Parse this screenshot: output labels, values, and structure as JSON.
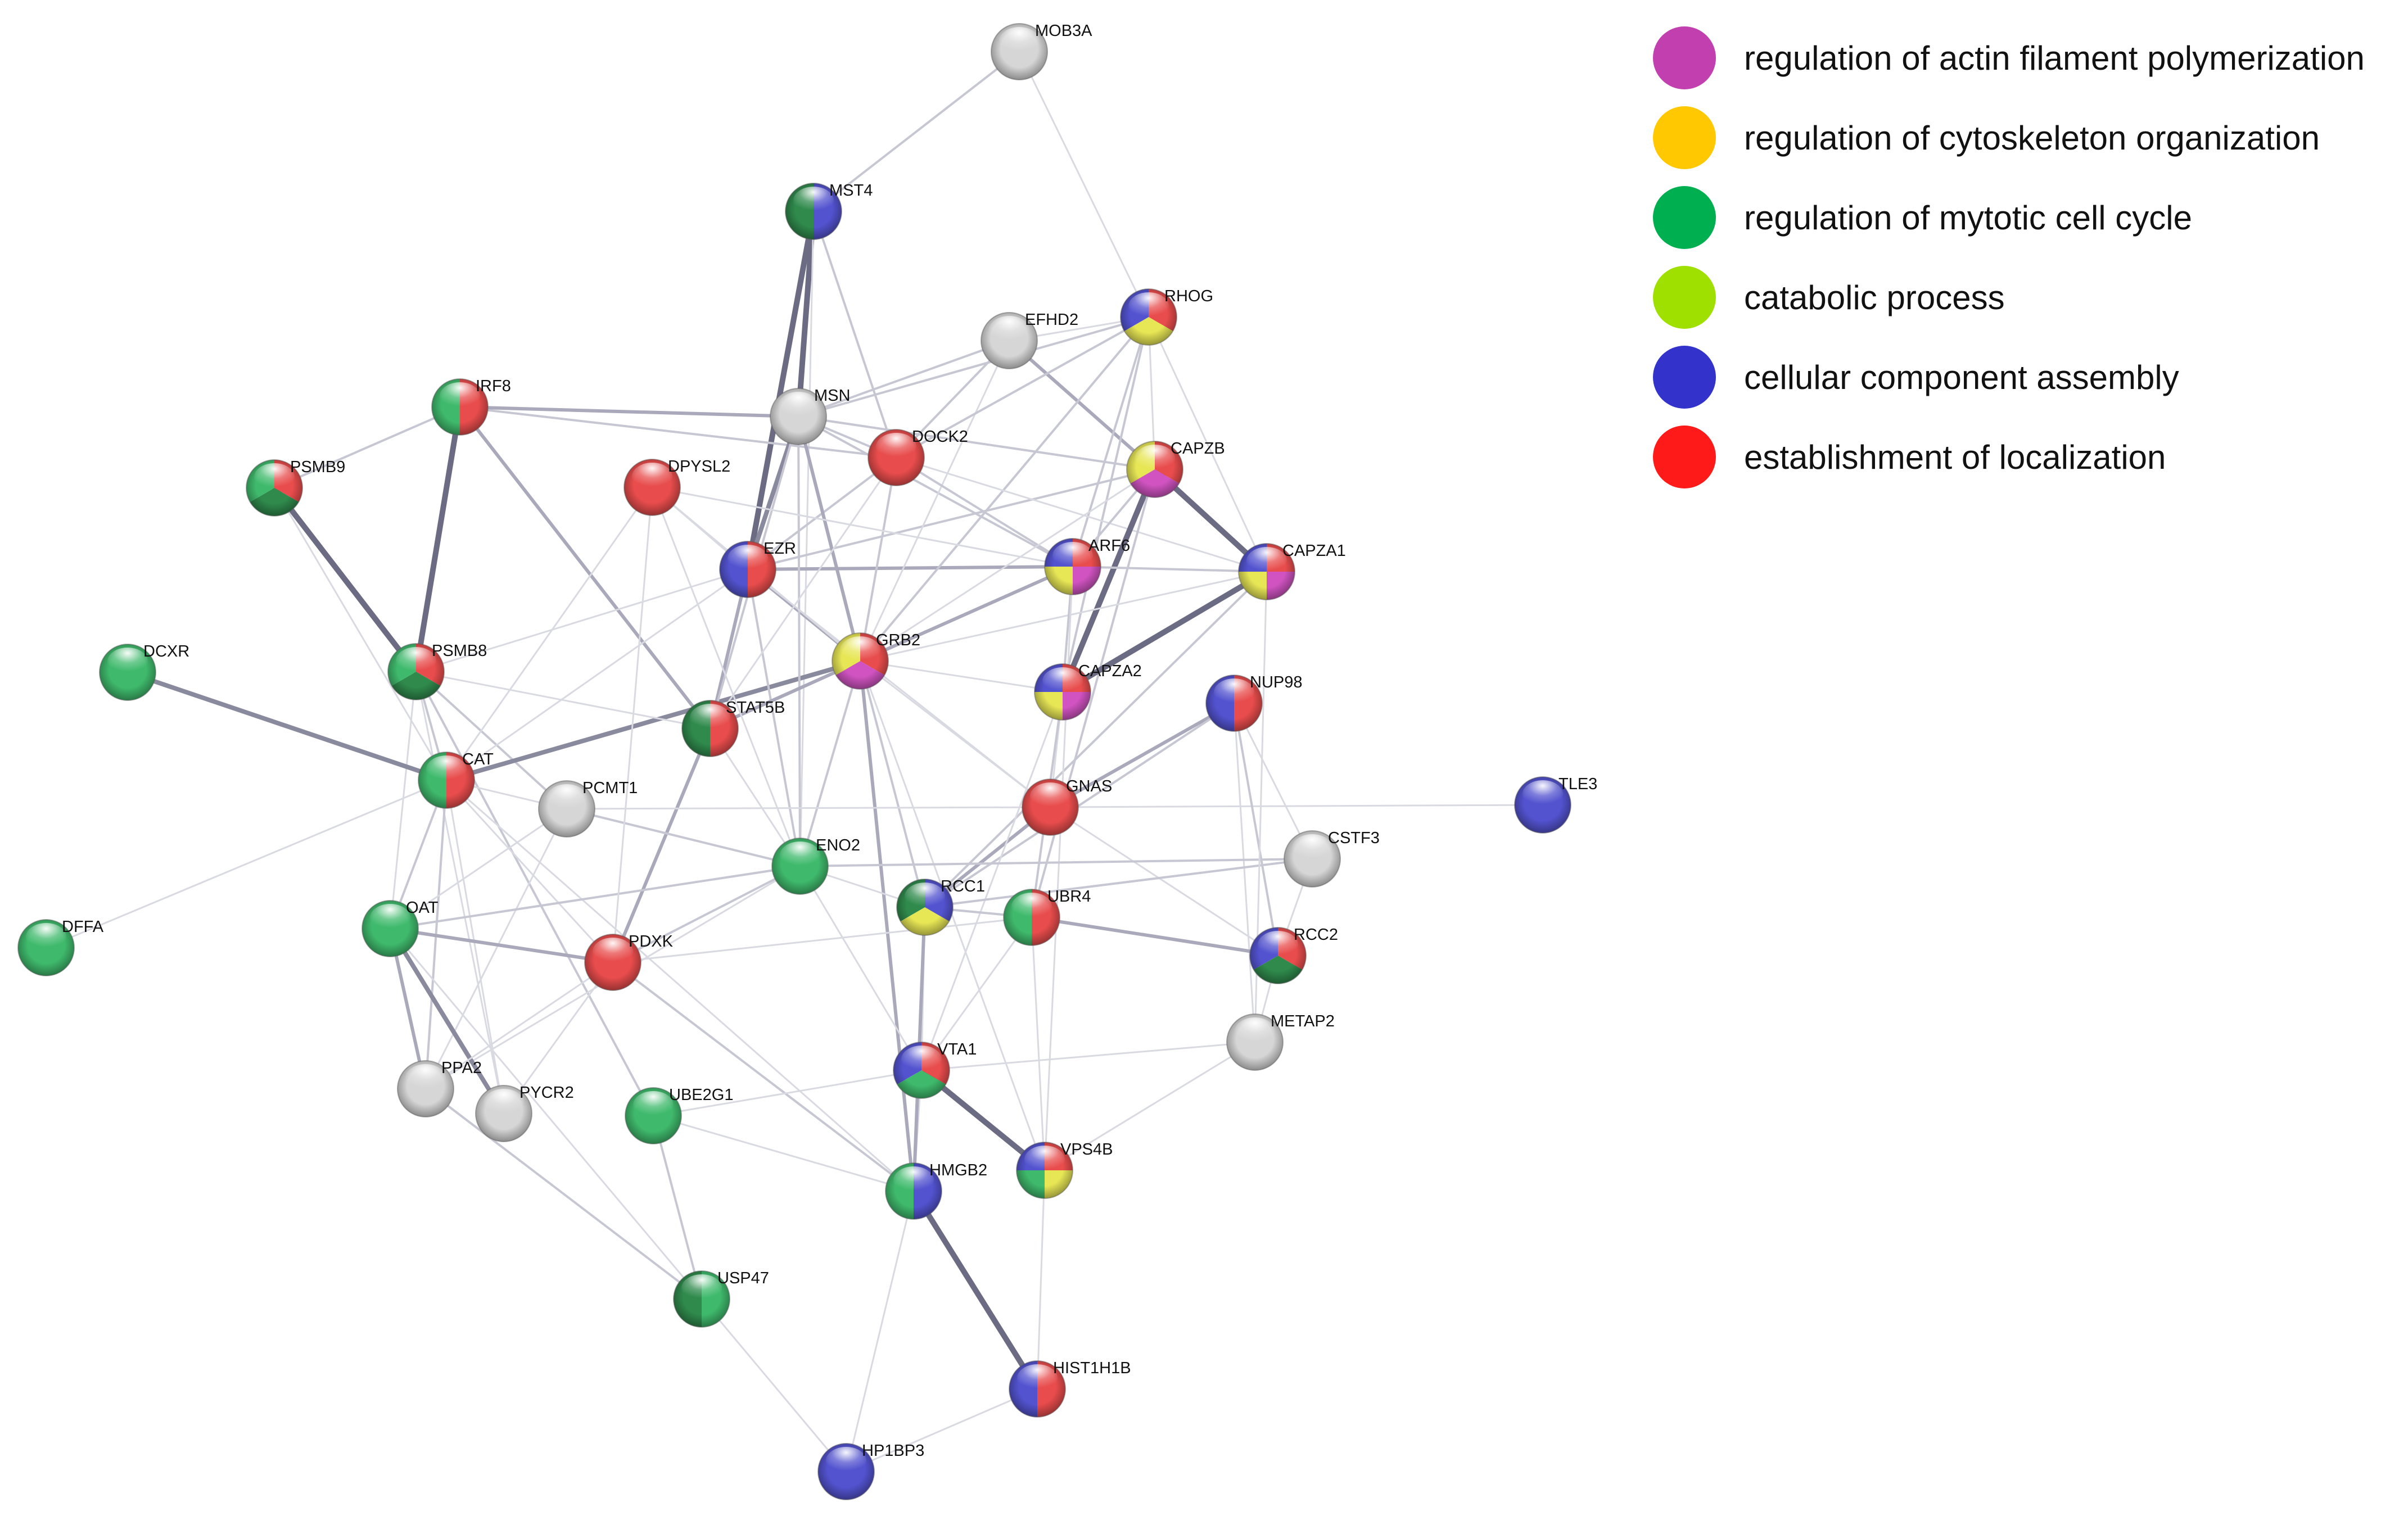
{
  "legend": [
    {
      "label": "regulation of actin filament polymerization",
      "color": "#c13faf"
    },
    {
      "label": "regulation of cytoskeleton organization",
      "color": "#ffc800"
    },
    {
      "label": "regulation of mytotic cell cycle",
      "color": "#00b050"
    },
    {
      "label": "catabolic process",
      "color": "#a0e000"
    },
    {
      "label": "cellular component assembly",
      "color": "#3333cc"
    },
    {
      "label": "establishment of localization",
      "color": "#ff1a1a"
    }
  ],
  "node_palette": {
    "red": "#e84c4c",
    "magenta": "#d053c1",
    "yellow": "#e7e655",
    "green": "#3fba6c",
    "darkgreen": "#2f8a4c",
    "blue": "#5353d0",
    "gray": "#d6d6d6"
  },
  "nodes": [
    {
      "id": "MOB3A",
      "label": "MOB3A",
      "colors": [
        "gray"
      ]
    },
    {
      "id": "MST4",
      "label": "MST4",
      "colors": [
        "blue",
        "darkgreen"
      ]
    },
    {
      "id": "RHOG",
      "label": "RHOG",
      "colors": [
        "red",
        "yellow",
        "blue"
      ]
    },
    {
      "id": "EFHD2",
      "label": "EFHD2",
      "colors": [
        "gray"
      ]
    },
    {
      "id": "MSN",
      "label": "MSN",
      "colors": [
        "gray"
      ]
    },
    {
      "id": "IRF8",
      "label": "IRF8",
      "colors": [
        "red",
        "green"
      ]
    },
    {
      "id": "DOCK2",
      "label": "DOCK2",
      "colors": [
        "red"
      ]
    },
    {
      "id": "CAPZB",
      "label": "CAPZB",
      "colors": [
        "red",
        "magenta",
        "yellow"
      ]
    },
    {
      "id": "PSMB9",
      "label": "PSMB9",
      "colors": [
        "red",
        "darkgreen",
        "green"
      ]
    },
    {
      "id": "DPYSL2",
      "label": "DPYSL2",
      "colors": [
        "red"
      ]
    },
    {
      "id": "EZR",
      "label": "EZR",
      "colors": [
        "red",
        "blue"
      ]
    },
    {
      "id": "ARF6",
      "label": "ARF6",
      "colors": [
        "red",
        "magenta",
        "yellow",
        "blue"
      ]
    },
    {
      "id": "CAPZA1",
      "label": "CAPZA1",
      "colors": [
        "red",
        "magenta",
        "yellow",
        "blue"
      ]
    },
    {
      "id": "DCXR",
      "label": "DCXR",
      "colors": [
        "green"
      ]
    },
    {
      "id": "PSMB8",
      "label": "PSMB8",
      "colors": [
        "red",
        "darkgreen",
        "green"
      ]
    },
    {
      "id": "GRB2",
      "label": "GRB2",
      "colors": [
        "red",
        "magenta",
        "yellow"
      ]
    },
    {
      "id": "CAPZA2",
      "label": "CAPZA2",
      "colors": [
        "red",
        "magenta",
        "yellow",
        "blue"
      ]
    },
    {
      "id": "NUP98",
      "label": "NUP98",
      "colors": [
        "red",
        "blue"
      ]
    },
    {
      "id": "STAT5B",
      "label": "STAT5B",
      "colors": [
        "red",
        "darkgreen"
      ]
    },
    {
      "id": "CAT",
      "label": "CAT",
      "colors": [
        "red",
        "green"
      ]
    },
    {
      "id": "PCMT1",
      "label": "PCMT1",
      "colors": [
        "gray"
      ]
    },
    {
      "id": "GNAS",
      "label": "GNAS",
      "colors": [
        "red"
      ]
    },
    {
      "id": "TLE3",
      "label": "TLE3",
      "colors": [
        "blue"
      ]
    },
    {
      "id": "CSTF3",
      "label": "CSTF3",
      "colors": [
        "gray"
      ]
    },
    {
      "id": "ENO2",
      "label": "ENO2",
      "colors": [
        "green"
      ]
    },
    {
      "id": "RCC1",
      "label": "RCC1",
      "colors": [
        "blue",
        "yellow",
        "darkgreen"
      ]
    },
    {
      "id": "UBR4",
      "label": "UBR4",
      "colors": [
        "red",
        "green"
      ]
    },
    {
      "id": "DFFA",
      "label": "DFFA",
      "colors": [
        "green"
      ]
    },
    {
      "id": "OAT",
      "label": "OAT",
      "colors": [
        "green"
      ]
    },
    {
      "id": "PDXK",
      "label": "PDXK",
      "colors": [
        "red"
      ]
    },
    {
      "id": "RCC2",
      "label": "RCC2",
      "colors": [
        "red",
        "darkgreen",
        "blue"
      ]
    },
    {
      "id": "METAP2",
      "label": "METAP2",
      "colors": [
        "gray"
      ]
    },
    {
      "id": "PPA2",
      "label": "PPA2",
      "colors": [
        "gray"
      ]
    },
    {
      "id": "PYCR2",
      "label": "PYCR2",
      "colors": [
        "gray"
      ]
    },
    {
      "id": "UBE2G1",
      "label": "UBE2G1",
      "colors": [
        "green"
      ]
    },
    {
      "id": "VTA1",
      "label": "VTA1",
      "colors": [
        "red",
        "green",
        "blue"
      ]
    },
    {
      "id": "HMGB2",
      "label": "HMGB2",
      "colors": [
        "blue",
        "green"
      ]
    },
    {
      "id": "VPS4B",
      "label": "VPS4B",
      "colors": [
        "red",
        "yellow",
        "green",
        "blue"
      ]
    },
    {
      "id": "USP47",
      "label": "USP47",
      "colors": [
        "green",
        "darkgreen"
      ]
    },
    {
      "id": "HIST1H1B",
      "label": "HIST1H1B",
      "colors": [
        "red",
        "blue"
      ]
    },
    {
      "id": "HP1BP3",
      "label": "HP1BP3",
      "colors": [
        "blue"
      ]
    }
  ],
  "edges": [
    {
      "source": "MOB3A",
      "target": "MST4",
      "confidence": 2
    },
    {
      "source": "MOB3A",
      "target": "RHOG",
      "confidence": 1
    },
    {
      "source": "MST4",
      "target": "EZR",
      "confidence": 5
    },
    {
      "source": "MST4",
      "target": "MSN",
      "confidence": 5
    },
    {
      "source": "MST4",
      "target": "DOCK2",
      "confidence": 2
    },
    {
      "source": "MST4",
      "target": "ENO2",
      "confidence": 1
    },
    {
      "source": "IRF8",
      "target": "PSMB8",
      "confidence": 5
    },
    {
      "source": "IRF8",
      "target": "PSMB9",
      "confidence": 2
    },
    {
      "source": "IRF8",
      "target": "STAT5B",
      "confidence": 3
    },
    {
      "source": "IRF8",
      "target": "MSN",
      "confidence": 3
    },
    {
      "source": "IRF8",
      "target": "DOCK2",
      "confidence": 2
    },
    {
      "source": "PSMB9",
      "target": "PSMB8",
      "confidence": 5
    },
    {
      "source": "PSMB9",
      "target": "CAT",
      "confidence": 1
    },
    {
      "source": "PSMB8",
      "target": "CAT",
      "confidence": 2
    },
    {
      "source": "PSMB8",
      "target": "PCMT1",
      "confidence": 2
    },
    {
      "source": "PSMB8",
      "target": "OAT",
      "confidence": 1
    },
    {
      "source": "PSMB8",
      "target": "UBE2G1",
      "confidence": 2
    },
    {
      "source": "PSMB8",
      "target": "PYCR2",
      "confidence": 1
    },
    {
      "source": "PSMB8",
      "target": "EZR",
      "confidence": 1
    },
    {
      "source": "DCXR",
      "target": "CAT",
      "confidence": 4
    },
    {
      "source": "CAT",
      "target": "GRB2",
      "confidence": 4
    },
    {
      "source": "CAT",
      "target": "OAT",
      "confidence": 2
    },
    {
      "source": "CAT",
      "target": "PPA2",
      "confidence": 2
    },
    {
      "source": "CAT",
      "target": "PYCR2",
      "confidence": 1
    },
    {
      "source": "CAT",
      "target": "PDXK",
      "confidence": 1
    },
    {
      "source": "CAT",
      "target": "PCMT1",
      "confidence": 1
    },
    {
      "source": "CAT",
      "target": "EZR",
      "confidence": 1
    },
    {
      "source": "CAT",
      "target": "DFFA",
      "confidence": 1
    },
    {
      "source": "CAT",
      "target": "HMGB2",
      "confidence": 1
    },
    {
      "source": "EZR",
      "target": "MSN",
      "confidence": 4
    },
    {
      "source": "EZR",
      "target": "GRB2",
      "confidence": 3
    },
    {
      "source": "EZR",
      "target": "ARF6",
      "confidence": 3
    },
    {
      "source": "EZR",
      "target": "STAT5B",
      "confidence": 3
    },
    {
      "source": "EZR",
      "target": "CAPZB",
      "confidence": 2
    },
    {
      "source": "EZR",
      "target": "ENO2",
      "confidence": 2
    },
    {
      "source": "EZR",
      "target": "DPYSL2",
      "confidence": 1
    },
    {
      "source": "EZR",
      "target": "DOCK2",
      "confidence": 2
    },
    {
      "source": "EZR",
      "target": "GNAS",
      "confidence": 1
    },
    {
      "source": "MSN",
      "target": "GRB2",
      "confidence": 3
    },
    {
      "source": "MSN",
      "target": "ARF6",
      "confidence": 2
    },
    {
      "source": "MSN",
      "target": "EFHD2",
      "confidence": 2
    },
    {
      "source": "MSN",
      "target": "RHOG",
      "confidence": 2
    },
    {
      "source": "MSN",
      "target": "CAPZB",
      "confidence": 2
    },
    {
      "source": "MSN",
      "target": "DOCK2",
      "confidence": 2
    },
    {
      "source": "MSN",
      "target": "ENO2",
      "confidence": 2
    },
    {
      "source": "MSN",
      "target": "STAT5B",
      "confidence": 2
    },
    {
      "source": "EFHD2",
      "target": "RHOG",
      "confidence": 1
    },
    {
      "source": "EFHD2",
      "target": "CAPZB",
      "confidence": 3
    },
    {
      "source": "EFHD2",
      "target": "DOCK2",
      "confidence": 2
    },
    {
      "source": "EFHD2",
      "target": "GRB2",
      "confidence": 1
    },
    {
      "source": "RHOG",
      "target": "DOCK2",
      "confidence": 2
    },
    {
      "source": "RHOG",
      "target": "ARF6",
      "confidence": 2
    },
    {
      "source": "RHOG",
      "target": "GRB2",
      "confidence": 2
    },
    {
      "source": "RHOG",
      "target": "CAPZA2",
      "confidence": 2
    },
    {
      "source": "RHOG",
      "target": "CAPZA1",
      "confidence": 1
    },
    {
      "source": "RHOG",
      "target": "CAPZB",
      "confidence": 1
    },
    {
      "source": "DOCK2",
      "target": "GRB2",
      "confidence": 2
    },
    {
      "source": "DOCK2",
      "target": "ARF6",
      "confidence": 2
    },
    {
      "source": "DOCK2",
      "target": "CAPZA1",
      "confidence": 1
    },
    {
      "source": "DOCK2",
      "target": "STAT5B",
      "confidence": 1
    },
    {
      "source": "CAPZB",
      "target": "CAPZA1",
      "confidence": 5
    },
    {
      "source": "CAPZB",
      "target": "CAPZA2",
      "confidence": 5
    },
    {
      "source": "CAPZB",
      "target": "ARF6",
      "confidence": 2
    },
    {
      "source": "CAPZB",
      "target": "GRB2",
      "confidence": 1
    },
    {
      "source": "CAPZB",
      "target": "UBR4",
      "confidence": 2
    },
    {
      "source": "CAPZA1",
      "target": "CAPZA2",
      "confidence": 5
    },
    {
      "source": "CAPZA1",
      "target": "ARF6",
      "confidence": 2
    },
    {
      "source": "CAPZA1",
      "target": "GRB2",
      "confidence": 1
    },
    {
      "source": "CAPZA1",
      "target": "RCC1",
      "confidence": 2
    },
    {
      "source": "ARF6",
      "target": "GRB2",
      "confidence": 3
    },
    {
      "source": "ARF6",
      "target": "CAPZA2",
      "confidence": 2
    },
    {
      "source": "ARF6",
      "target": "DPYSL2",
      "confidence": 1
    },
    {
      "source": "ARF6",
      "target": "VPS4B",
      "confidence": 1
    },
    {
      "source": "GRB2",
      "target": "STAT5B",
      "confidence": 3
    },
    {
      "source": "GRB2",
      "target": "HMGB2",
      "confidence": 3
    },
    {
      "source": "GRB2",
      "target": "RCC1",
      "confidence": 2
    },
    {
      "source": "GRB2",
      "target": "ENO2",
      "confidence": 2
    },
    {
      "source": "GRB2",
      "target": "GNAS",
      "confidence": 1
    },
    {
      "source": "GRB2",
      "target": "DPYSL2",
      "confidence": 1
    },
    {
      "source": "GRB2",
      "target": "CAPZA2",
      "confidence": 1
    },
    {
      "source": "GRB2",
      "target": "VPS4B",
      "confidence": 1
    },
    {
      "source": "STAT5B",
      "target": "PDXK",
      "confidence": 3
    },
    {
      "source": "STAT5B",
      "target": "ENO2",
      "confidence": 1
    },
    {
      "source": "STAT5B",
      "target": "PSMB8",
      "confidence": 1
    },
    {
      "source": "PCMT1",
      "target": "ENO2",
      "confidence": 2
    },
    {
      "source": "PCMT1",
      "target": "GNAS",
      "confidence": 1
    },
    {
      "source": "PCMT1",
      "target": "OAT",
      "confidence": 1
    },
    {
      "source": "PCMT1",
      "target": "PPA2",
      "confidence": 1
    },
    {
      "source": "GNAS",
      "target": "NUP98",
      "confidence": 3
    },
    {
      "source": "GNAS",
      "target": "RCC1",
      "confidence": 3
    },
    {
      "source": "GNAS",
      "target": "TLE3",
      "confidence": 1
    },
    {
      "source": "GNAS",
      "target": "CAPZA2",
      "confidence": 1
    },
    {
      "source": "GNAS",
      "target": "RCC2",
      "confidence": 1
    },
    {
      "source": "NUP98",
      "target": "RCC2",
      "confidence": 2
    },
    {
      "source": "NUP98",
      "target": "RCC1",
      "confidence": 2
    },
    {
      "source": "NUP98",
      "target": "CSTF3",
      "confidence": 1
    },
    {
      "source": "NUP98",
      "target": "METAP2",
      "confidence": 1
    },
    {
      "source": "CAPZA2",
      "target": "UBR4",
      "confidence": 2
    },
    {
      "source": "CAPZA2",
      "target": "VTA1",
      "confidence": 1
    },
    {
      "source": "RCC1",
      "target": "UBR4",
      "confidence": 2
    },
    {
      "source": "RCC1",
      "target": "CSTF3",
      "confidence": 2
    },
    {
      "source": "RCC1",
      "target": "VTA1",
      "confidence": 1
    },
    {
      "source": "RCC1",
      "target": "ENO2",
      "confidence": 1
    },
    {
      "source": "UBR4",
      "target": "RCC2",
      "confidence": 3
    },
    {
      "source": "UBR4",
      "target": "VPS4B",
      "confidence": 1
    },
    {
      "source": "UBR4",
      "target": "VTA1",
      "confidence": 1
    },
    {
      "source": "UBR4",
      "target": "PDXK",
      "confidence": 1
    },
    {
      "source": "ENO2",
      "target": "OAT",
      "confidence": 2
    },
    {
      "source": "ENO2",
      "target": "PDXK",
      "confidence": 2
    },
    {
      "source": "ENO2",
      "target": "CSTF3",
      "confidence": 2
    },
    {
      "source": "ENO2",
      "target": "VTA1",
      "confidence": 1
    },
    {
      "source": "ENO2",
      "target": "PPA2",
      "confidence": 1
    },
    {
      "source": "OAT",
      "target": "PDXK",
      "confidence": 3
    },
    {
      "source": "OAT",
      "target": "PPA2",
      "confidence": 3
    },
    {
      "source": "OAT",
      "target": "PYCR2",
      "confidence": 4
    },
    {
      "source": "OAT",
      "target": "USP47",
      "confidence": 1
    },
    {
      "source": "PDXK",
      "target": "HMGB2",
      "confidence": 2
    },
    {
      "source": "PDXK",
      "target": "PPA2",
      "confidence": 1
    },
    {
      "source": "PDXK",
      "target": "PYCR2",
      "confidence": 1
    },
    {
      "source": "PPA2",
      "target": "USP47",
      "confidence": 2
    },
    {
      "source": "VTA1",
      "target": "VPS4B",
      "confidence": 5
    },
    {
      "source": "VTA1",
      "target": "HMGB2",
      "confidence": 1
    },
    {
      "source": "VTA1",
      "target": "UBE2G1",
      "confidence": 1
    },
    {
      "source": "VTA1",
      "target": "METAP2",
      "confidence": 1
    },
    {
      "source": "HMGB2",
      "target": "HIST1H1B",
      "confidence": 5
    },
    {
      "source": "HMGB2",
      "target": "RCC1",
      "confidence": 3
    },
    {
      "source": "HMGB2",
      "target": "HP1BP3",
      "confidence": 1
    },
    {
      "source": "HMGB2",
      "target": "UBE2G1",
      "confidence": 1
    },
    {
      "source": "VPS4B",
      "target": "HIST1H1B",
      "confidence": 1
    },
    {
      "source": "VPS4B",
      "target": "METAP2",
      "confidence": 1
    },
    {
      "source": "UBE2G1",
      "target": "USP47",
      "confidence": 2
    },
    {
      "source": "USP47",
      "target": "HP1BP3",
      "confidence": 1
    },
    {
      "source": "HIST1H1B",
      "target": "HP1BP3",
      "confidence": 1
    },
    {
      "source": "METAP2",
      "target": "RCC2",
      "confidence": 1
    },
    {
      "source": "METAP2",
      "target": "CAPZA1",
      "confidence": 1
    },
    {
      "source": "CSTF3",
      "target": "RCC2",
      "confidence": 1
    },
    {
      "source": "DPYSL2",
      "target": "ENO2",
      "confidence": 1
    },
    {
      "source": "DPYSL2",
      "target": "CAT",
      "confidence": 1
    },
    {
      "source": "DPYSL2",
      "target": "PDXK",
      "confidence": 1
    }
  ]
}
